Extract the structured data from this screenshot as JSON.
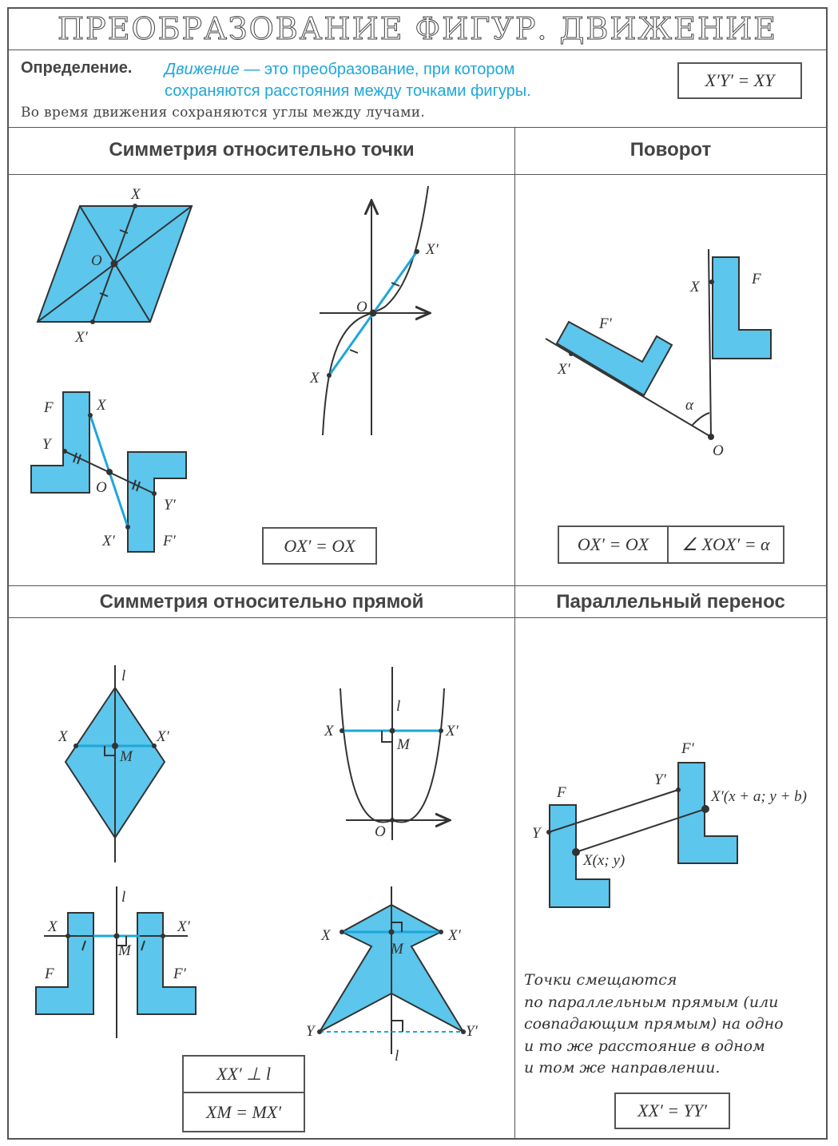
{
  "title": "ПРЕОБРАЗОВАНИЕ ФИГУР. ДВИЖЕНИЕ",
  "definition": {
    "label": "Определение.",
    "term": "Движение",
    "text_line1": " — это преобразование, при котором",
    "text_line2": "сохраняются расстояния между точками фигуры.",
    "formula": "X′Y′ = XY"
  },
  "note": "Во время движения сохраняются углы между лучами.",
  "sections": {
    "point_symmetry": {
      "title": "Симметрия относительно точки",
      "formula": "OX′ = OX"
    },
    "rotation": {
      "title": "Поворот",
      "formula_left": "OX′ = OX",
      "formula_right": "∠ XOX′ = α"
    },
    "line_symmetry": {
      "title": "Симметрия относительно прямой",
      "formula_top": "XX′ ⊥ l",
      "formula_bottom": "XM = MX′"
    },
    "translation": {
      "title": "Параллельный перенос",
      "caption": [
        "Точки смещаются",
        "по параллельным прямым (или",
        "совпадающим прямым) на одно",
        "и то же расстояние в одном",
        "и том же направлении."
      ],
      "formula": "XX′ = YY′"
    }
  },
  "labels": {
    "X": "X",
    "Xp": "X′",
    "O": "O",
    "Y": "Y",
    "Yp": "Y′",
    "F": "F",
    "Fp": "F′",
    "M": "M",
    "l": "l",
    "alpha": "α",
    "X_coords": "X(x; y)",
    "Xp_coords": "X′(x + a; y + b)"
  },
  "colors": {
    "figure_fill": "#5cc6ec",
    "accent_blue": "#1ea7da",
    "lines": "#333333",
    "frame": "#555555"
  }
}
